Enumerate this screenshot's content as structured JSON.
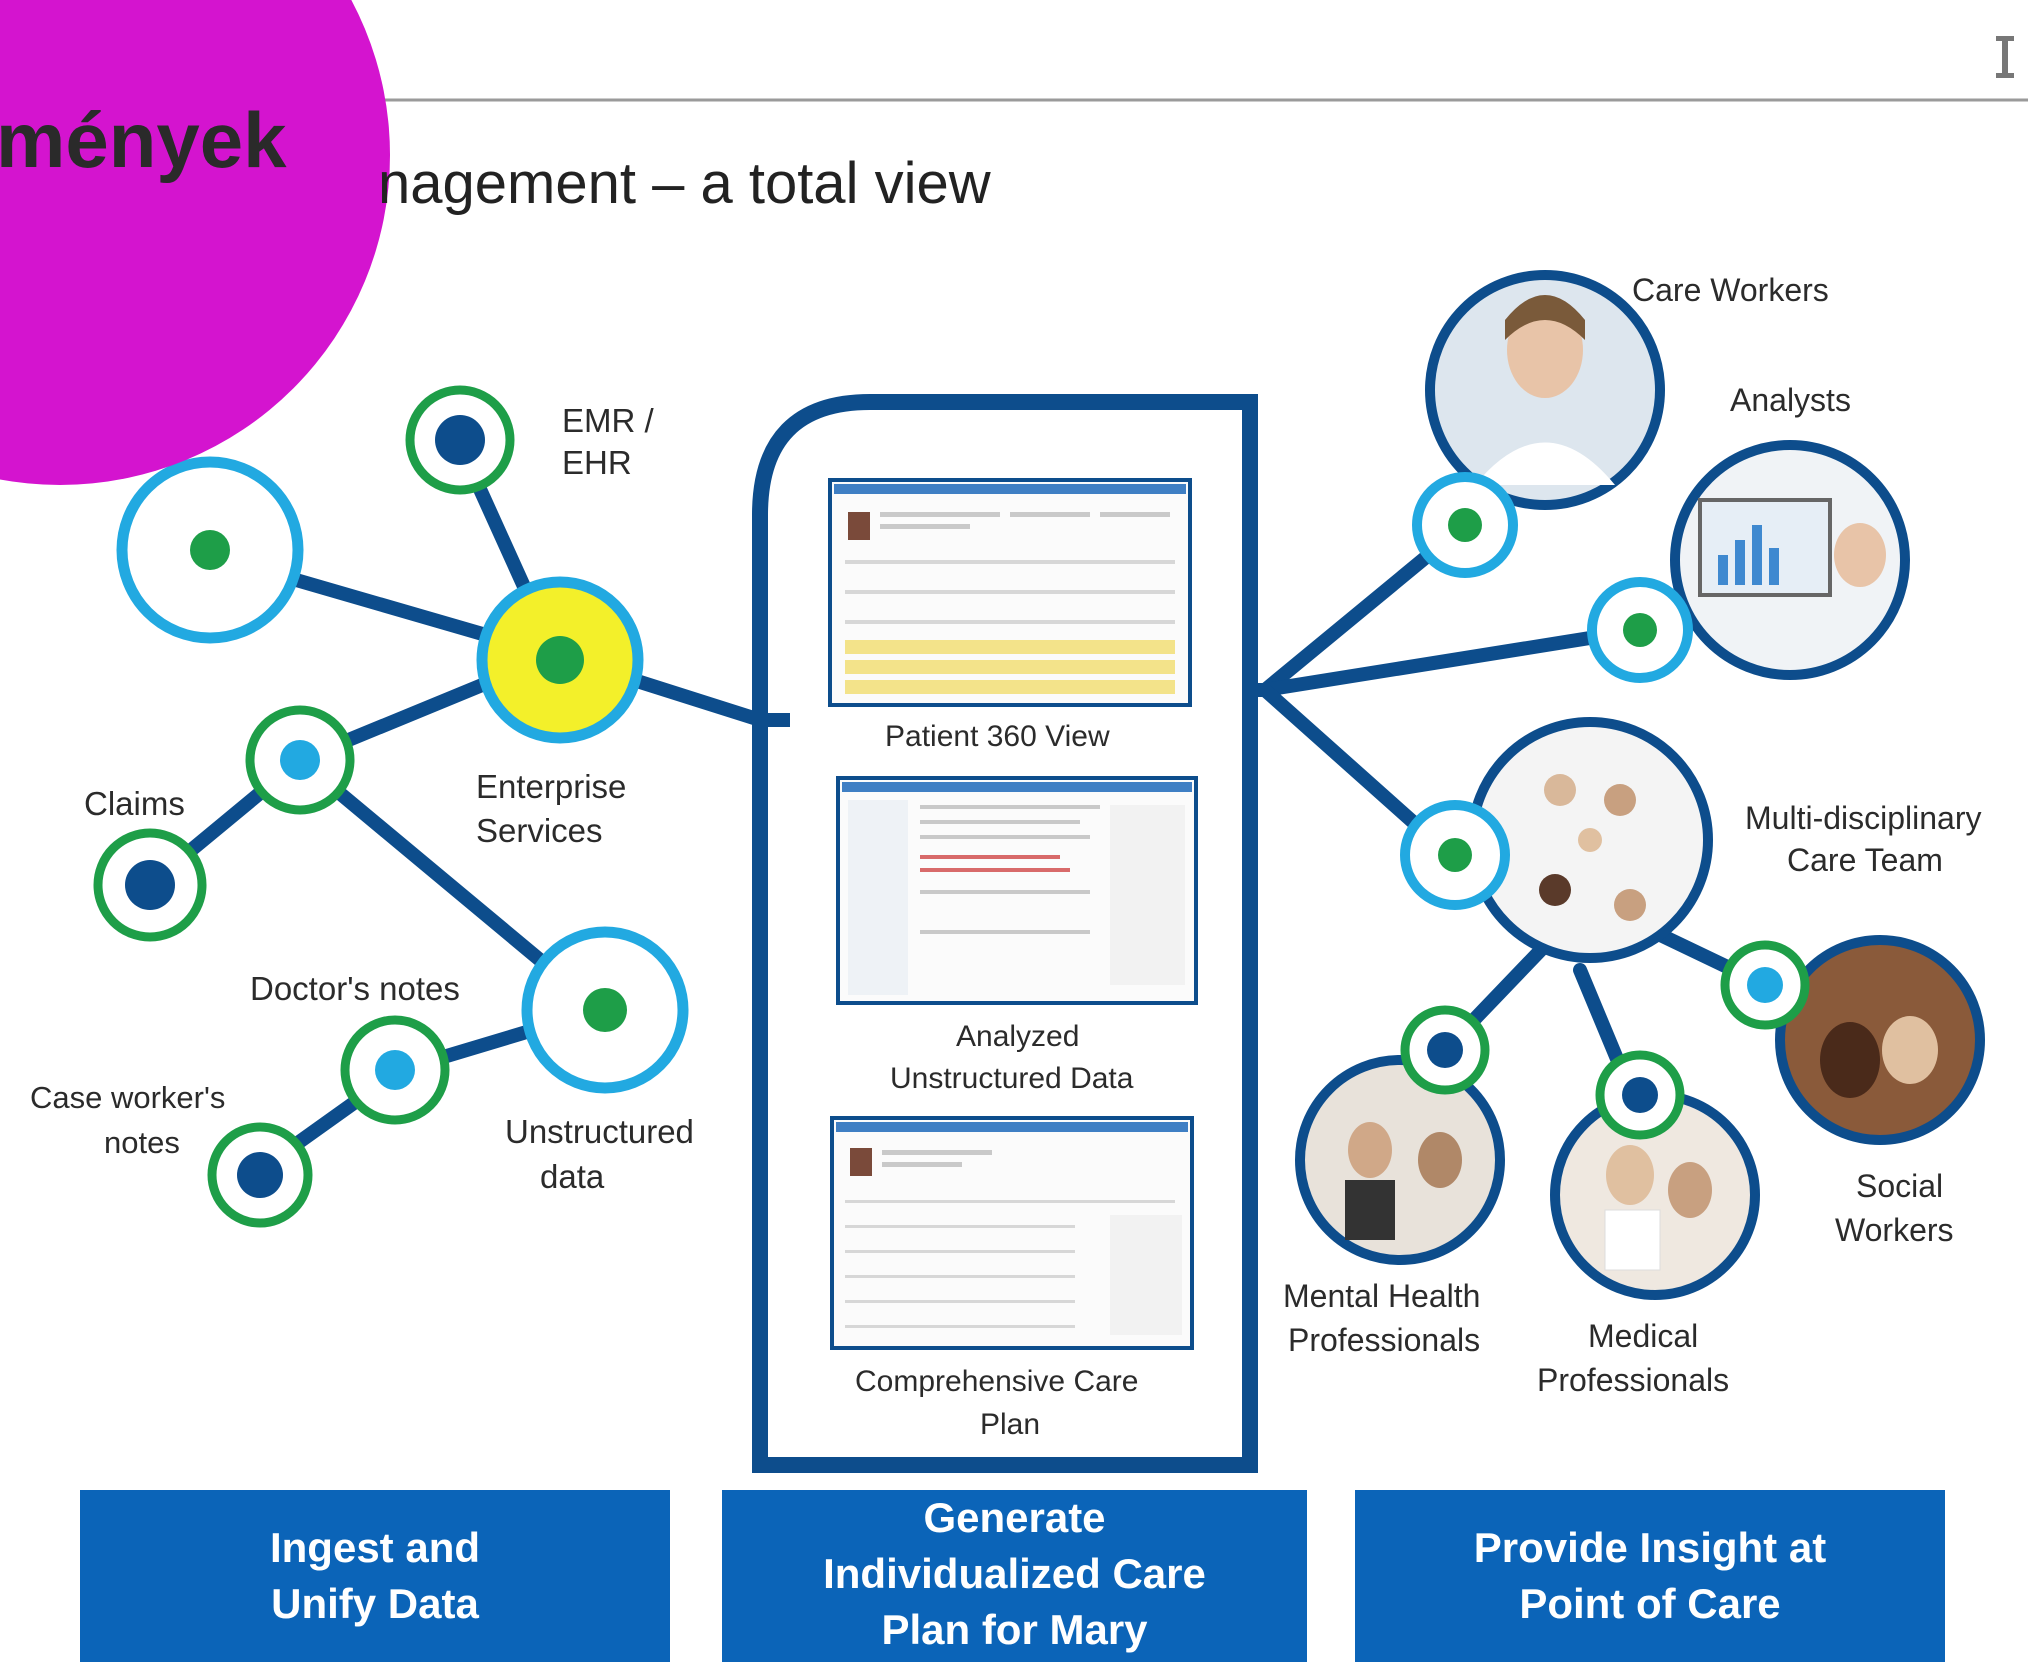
{
  "header": {
    "title": "nagement – a total view",
    "overlay_text": "mények"
  },
  "sources": {
    "emr": [
      "EMR /",
      "EHR"
    ],
    "enterprise": [
      "Enterprise",
      "Services"
    ],
    "claims": "Claims",
    "doctors_notes": "Doctor's notes",
    "case_worker": [
      "Case worker's",
      "notes"
    ],
    "unstructured": [
      "Unstructured",
      "data"
    ]
  },
  "center": {
    "patient_view": "Patient 360 View",
    "analyzed": [
      "Analyzed",
      "Unstructured Data"
    ],
    "care_plan": [
      "Comprehensive Care",
      "Plan"
    ]
  },
  "roles": {
    "care_workers": "Care Workers",
    "analysts": "Analysts",
    "team": [
      "Multi-disciplinary",
      "Care Team"
    ],
    "social": [
      "Social",
      "Workers"
    ],
    "mental": [
      "Mental Health",
      "Professionals"
    ],
    "medical": [
      "Medical",
      "Professionals"
    ]
  },
  "footer": {
    "ingest": [
      "Ingest and",
      "Unify Data"
    ],
    "generate": [
      "Generate",
      "Individualized Care",
      "Plan for Mary"
    ],
    "insight": [
      "Provide Insight at",
      "Point of Care"
    ]
  },
  "colors": {
    "navy": "#0d4d8c",
    "green": "#1e9e48",
    "cyan": "#22a9e1",
    "yellow": "#f3f02a",
    "box_blue": "#0b64b8",
    "magenta": "#d414cf"
  }
}
